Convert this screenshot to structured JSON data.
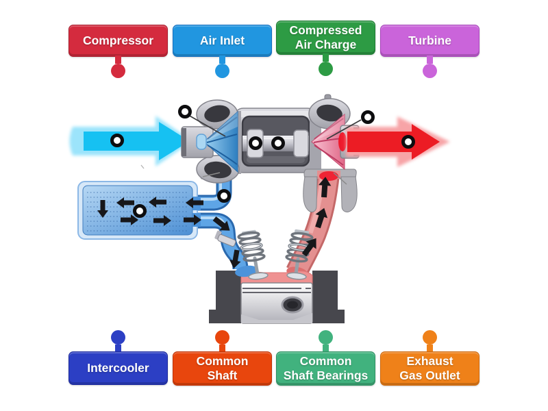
{
  "labels": {
    "top": [
      {
        "text": "Compressor",
        "color": "#d42b3e",
        "dark": "#a91d2e"
      },
      {
        "text": "Air Inlet",
        "color": "#2196e0",
        "dark": "#156fc0"
      },
      {
        "text": "Compressed\nAir Charge",
        "color": "#2d9b44",
        "dark": "#1c7a31"
      },
      {
        "text": "Turbine",
        "color": "#ca64da",
        "dark": "#a746bb"
      }
    ],
    "bottom": [
      {
        "text": "Intercooler",
        "color": "#2c3fc4",
        "dark": "#1e2b9e"
      },
      {
        "text": "Common\nShaft",
        "color": "#e8460d",
        "dark": "#bf3408"
      },
      {
        "text": "Common\nShaft Bearings",
        "color": "#41b27e",
        "dark": "#2f9163"
      },
      {
        "text": "Exhaust\nGas Outlet",
        "color": "#ef8119",
        "dark": "#ce690e"
      }
    ]
  },
  "diagram": {
    "subject": "turbocharger-system-cutaway",
    "intake_air_color": "#16c1f2",
    "exhaust_gas_color": "#ec1c24",
    "marker_count": 8
  }
}
